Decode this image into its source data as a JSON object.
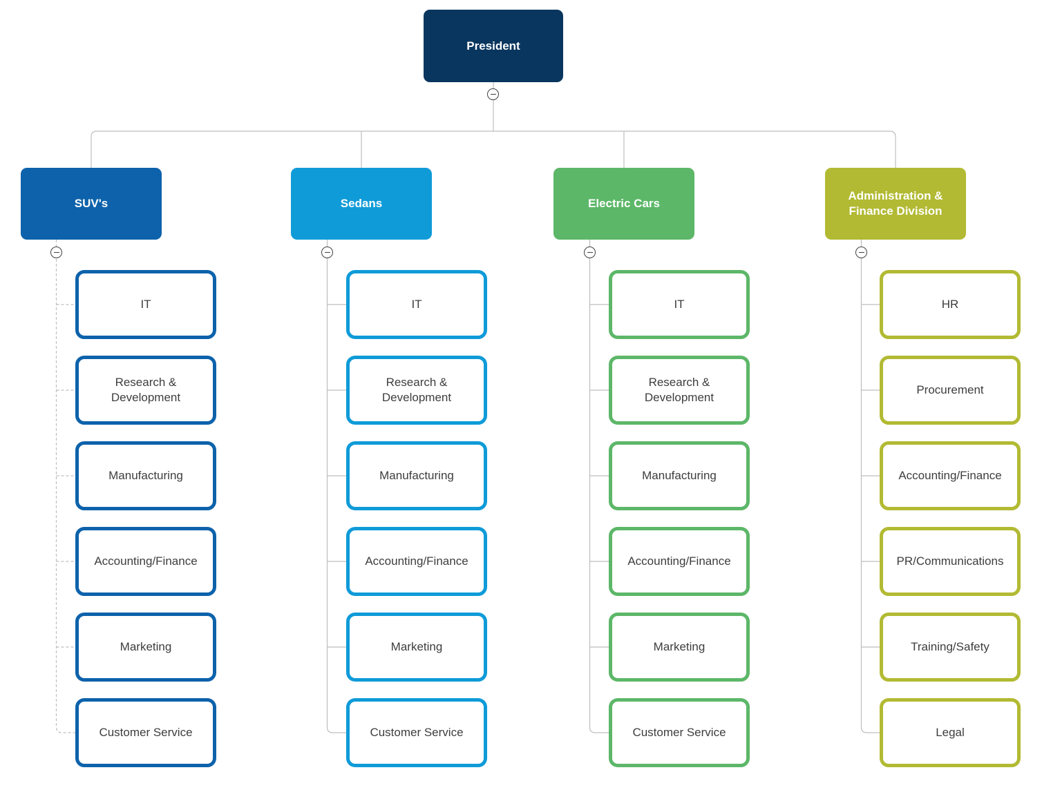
{
  "root": {
    "label": "President",
    "color": "#09365e"
  },
  "connector_color": "#bdbdbd",
  "icons": {
    "collapse": "minus-icon"
  },
  "columns": [
    {
      "label": "SUV's",
      "color": "#0d62ab",
      "connector_style": "dashed",
      "children": [
        "IT",
        "Research & Development",
        "Manufacturing",
        "Accounting/Finance",
        "Marketing",
        "Customer Service"
      ]
    },
    {
      "label": "Sedans",
      "color": "#0f9bd8",
      "connector_style": "solid",
      "children": [
        "IT",
        "Research & Development",
        "Manufacturing",
        "Accounting/Finance",
        "Marketing",
        "Customer Service"
      ]
    },
    {
      "label": "Electric Cars",
      "color": "#5cb768",
      "connector_style": "solid",
      "children": [
        "IT",
        "Research & Development",
        "Manufacturing",
        "Accounting/Finance",
        "Marketing",
        "Customer Service"
      ]
    },
    {
      "label": "Administration & Finance Division",
      "color": "#b2ba33",
      "connector_style": "solid",
      "children": [
        "HR",
        "Procurement",
        "Accounting/Finance",
        "PR/Communications",
        "Training/Safety",
        "Legal"
      ]
    }
  ]
}
